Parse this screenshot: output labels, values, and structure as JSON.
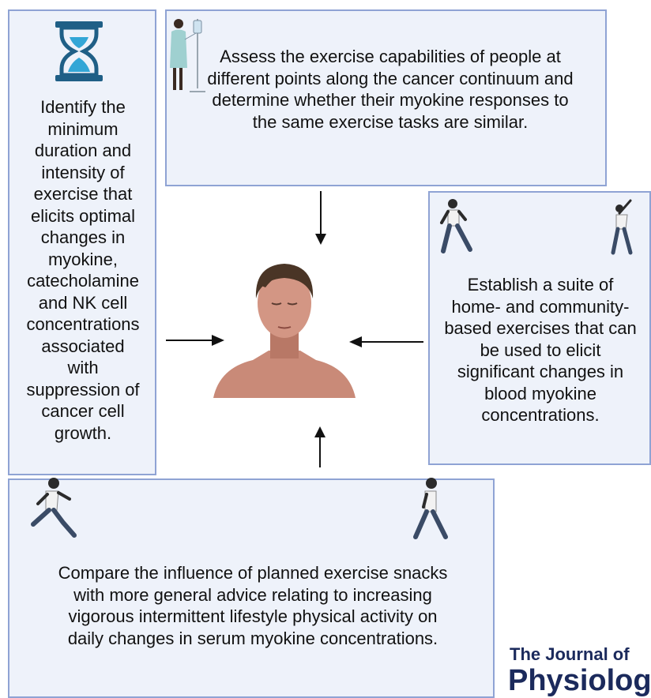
{
  "boxes": {
    "left": {
      "text": "Identify the minimum duration and intensity of exercise that elicits optimal changes in myokine, catecholamine and NK cell concentrations associated with suppression of cancer cell growth.",
      "icon": "hourglass-icon"
    },
    "top": {
      "text": "Assess the exercise capabilities of people at different points along the cancer continuum and determine whether their myokine responses to the same exercise tasks are similar.",
      "icon": "patient-iv-icon"
    },
    "right": {
      "text": "Establish a suite of home- and community-based exercises that can be used to elicit significant changes in blood myokine concentrations.",
      "icons": [
        "walking-woman-icon",
        "stretching-woman-icon"
      ]
    },
    "bottom": {
      "text": "Compare the influence of planned exercise snacks with more general advice relating to increasing vigorous intermittent lifestyle physical activity on daily changes in serum myokine concentrations.",
      "icons": [
        "running-man-icon",
        "walking-man-icon"
      ]
    }
  },
  "center": {
    "icon": "person-head-icon"
  },
  "journal": {
    "line1": "The Journal of",
    "line2": "Physiolog"
  },
  "colors": {
    "box_fill": "#eef2fa",
    "box_border": "#8fa3d4",
    "journal": "#1b2a5c",
    "skin": "#c98a78",
    "hair": "#4a3526"
  }
}
